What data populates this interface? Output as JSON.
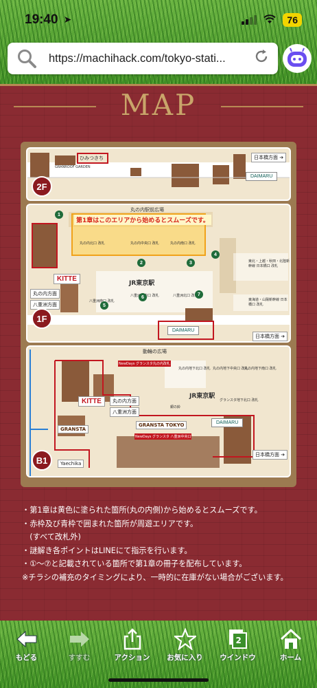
{
  "status_bar": {
    "time": "19:40",
    "battery": "76"
  },
  "browser": {
    "url": "https://machihack.com/tokyo-stati...",
    "search_icon": "search-icon",
    "reload_icon": "reload-icon",
    "extension_icon": "robot-face-icon"
  },
  "page": {
    "title": "MAP",
    "map": {
      "floor_2f": {
        "badge": "2F",
        "shop_box": "ひみつきち",
        "garden": "GRANROOF GARDEN",
        "exit_right": "日本橋方面",
        "daimaru": "DAIMARU"
      },
      "floor_1f": {
        "badge": "1F",
        "plaza": "丸の内駅前広場",
        "callout": "第1章はこのエリアから始めるとスムーズです。",
        "gate_north": "丸の内北口 改札",
        "gate_center": "丸の内中央口 改札",
        "gate_south": "丸の内南口 改札",
        "station": "JR東京駅",
        "kitte": "KITTE",
        "dir_marunouchi": "丸の内方面",
        "dir_yaesu": "八重洲方面",
        "yaesu_south": "八重洲南口 改札",
        "yaesu_center": "八重洲中央口 改札",
        "yaesu_north": "八重洲北口 改札",
        "shinkansen_north": "東北・上越・秋田・北陸新幹線 日本橋口 改札",
        "shinkansen_south": "東海道・山陽新幹線 日本橋口 改札",
        "exit_right": "日本橋方面",
        "daimaru": "DAIMARU",
        "pins": [
          "1",
          "2",
          "3",
          "4",
          "5",
          "6",
          "7"
        ]
      },
      "floor_b1": {
        "badge": "B1",
        "plaza": "動輪の広場",
        "newdays_1": "NewDays グランスタ丸の内改札",
        "newdays_2": "NewDays グランスタ 八重洲中央口",
        "station": "JR東京駅",
        "kitte": "KITTE",
        "dir_marunouchi": "丸の内方面",
        "dir_yaesu": "八重洲方面",
        "gransta": "GRANSTA",
        "gransta_tokyo": "GRANSTA TOKYO",
        "yaechika": "Yaechika",
        "bell": "銀の鈴",
        "gate_north": "丸の内地下北口 改札",
        "gate_center": "丸の内地下中央口 改札",
        "gate_south": "丸の内地下南口 改札",
        "gransta_gate": "グランスタ地下北口 改札",
        "exit_right": "日本橋方面",
        "daimaru": "DAIMARU"
      }
    },
    "notes": [
      "・第1章は黄色に塗られた箇所(丸の内側)から始めるとスムーズです。",
      "・赤枠及び青枠で囲まれた箇所が周遊エリアです。",
      "　(すべて改札外)",
      "・謎解き各ポイントはLINEにて指示を行います。",
      "・①〜⑦と記載されている箇所で第1章の冊子を配布しています。",
      "※チラシの補充のタイミングにより、一時的に在庫がない場合がございます。"
    ]
  },
  "toolbar": {
    "back": "もどる",
    "forward": "すすむ",
    "action": "アクション",
    "favorites": "お気に入り",
    "window": "ウインドウ",
    "window_count": "2",
    "home": "ホーム"
  },
  "colors": {
    "page_bg": "#8a2b32",
    "title_gold": "#c9a56a",
    "map_frame": "#9c7a51",
    "route_red": "#c2161f",
    "pin_green": "#1f6b3a",
    "grass": "#5aa235"
  }
}
